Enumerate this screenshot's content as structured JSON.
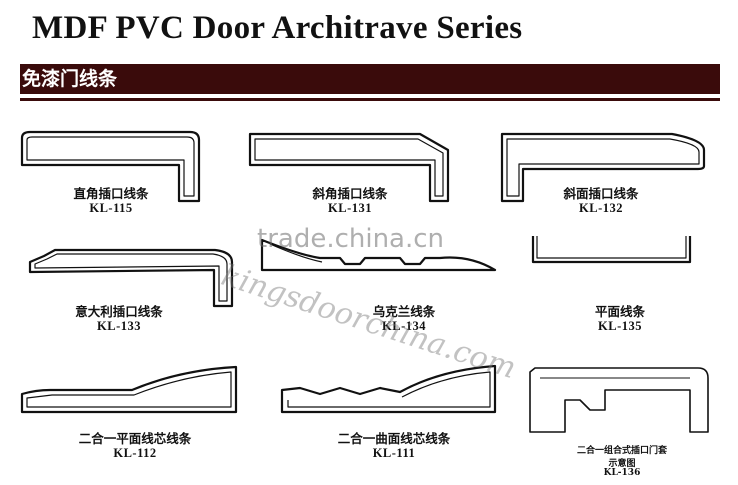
{
  "header": {
    "title": "MDF PVC Door Architrave Series",
    "subtitle": "免漆门线条"
  },
  "products": [
    {
      "name": "直角插口线条",
      "code": "KL-115"
    },
    {
      "name": "斜角插口线条",
      "code": "KL-131"
    },
    {
      "name": "斜面插口线条",
      "code": "KL-132"
    },
    {
      "name": "意大利插口线条",
      "code": "KL-133"
    },
    {
      "name": "乌克兰线条",
      "code": "KL-134"
    },
    {
      "name": "平面线条",
      "code": "KL-135"
    },
    {
      "name": "二合一平面线芯线条",
      "code": "KL-112"
    },
    {
      "name": "二合一曲面线芯线条",
      "code": "KL-111"
    },
    {
      "name": "二合一组合式插口门套",
      "note": "示意图",
      "code": "KL-136"
    }
  ],
  "watermarks": {
    "site": "trade.china.cn",
    "brand": "kingsdoorchina.com"
  },
  "colors": {
    "band": "#3a0b0b",
    "outline": "#111111"
  }
}
